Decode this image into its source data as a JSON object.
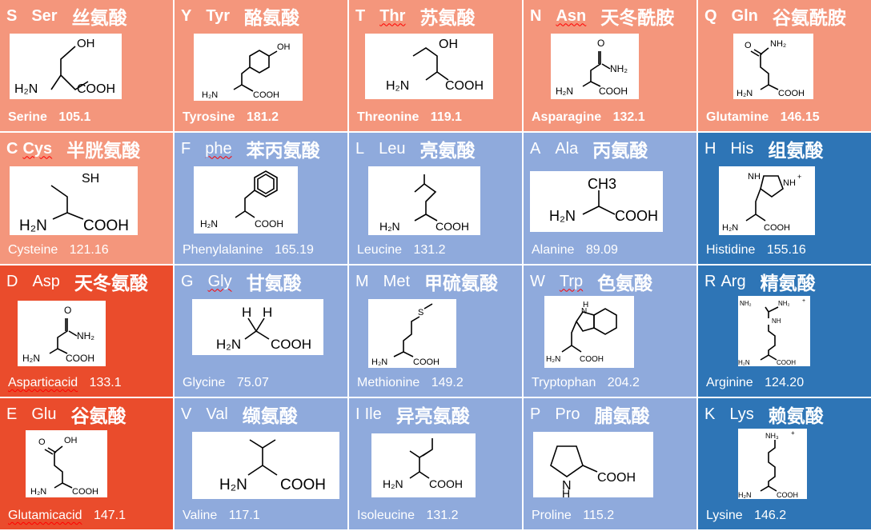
{
  "cells": [
    {
      "sym": "S",
      "abbr": "Ser",
      "cn": "丝氨酸",
      "en": "Serine",
      "mw": "105.1"
    },
    {
      "sym": "Y",
      "abbr": "Tyr",
      "cn": "酪氨酸",
      "en": "Tyrosine",
      "mw": "181.2"
    },
    {
      "sym": "T",
      "abbr": "Thr",
      "cn": "苏氨酸",
      "en": "Threonine",
      "mw": "119.1"
    },
    {
      "sym": "N",
      "abbr": "Asn",
      "cn": "天冬酰胺",
      "en": "Asparagine",
      "mw": "132.1"
    },
    {
      "sym": "Q",
      "abbr": "Gln",
      "cn": "谷氨酰胺",
      "en": "Glutamine",
      "mw": "146.15"
    },
    {
      "sym": "C",
      "abbr": "Cys",
      "cn": "半胱氨酸",
      "en": "Cysteine",
      "mw": "121.16"
    },
    {
      "sym": "F",
      "abbr": "phe",
      "cn": "苯丙氨酸",
      "en": "Phenylalanine",
      "mw": "165.19"
    },
    {
      "sym": "L",
      "abbr": "Leu",
      "cn": "亮氨酸",
      "en": "Leucine",
      "mw": "131.2"
    },
    {
      "sym": "A",
      "abbr": "Ala",
      "cn": "丙氨酸",
      "en": "Alanine",
      "mw": "89.09"
    },
    {
      "sym": "H",
      "abbr": "His",
      "cn": "组氨酸",
      "en": "Histidine",
      "mw": "155.16"
    },
    {
      "sym": "D",
      "abbr": "Asp",
      "cn": "天冬氨酸",
      "en": "Asparticacid",
      "mw": "133.1"
    },
    {
      "sym": "G",
      "abbr": "Gly",
      "cn": "甘氨酸",
      "en": "Glycine",
      "mw": "75.07"
    },
    {
      "sym": "M",
      "abbr": "Met",
      "cn": "甲硫氨酸",
      "en": "Methionine",
      "mw": "149.2"
    },
    {
      "sym": "W",
      "abbr": "Trp",
      "cn": "色氨酸",
      "en": "Tryptophan",
      "mw": "204.2"
    },
    {
      "sym": "R",
      "abbr": "Arg",
      "cn": "精氨酸",
      "en": "Arginine",
      "mw": "124.20"
    },
    {
      "sym": "E",
      "abbr": "Glu",
      "cn": "谷氨酸",
      "en": "Glutamicacid",
      "mw": "147.1"
    },
    {
      "sym": "V",
      "abbr": "Val",
      "cn": "缬氨酸",
      "en": "Valine",
      "mw": "117.1"
    },
    {
      "sym": "I",
      "abbr": "Ile",
      "cn": "异亮氨酸",
      "en": "Isoleucine",
      "mw": "131.2"
    },
    {
      "sym": "P",
      "abbr": "Pro",
      "cn": "脯氨酸",
      "en": "Proline",
      "mw": "115.2"
    },
    {
      "sym": "K",
      "abbr": "Lys",
      "cn": "赖氨酸",
      "en": "Lysine",
      "mw": "146.2"
    }
  ],
  "atoms": {
    "oh": "OH",
    "h2n": "H₂N",
    "nh2": "NH₂",
    "cooh": "COOH",
    "o": "O",
    "sh": "SH",
    "s": "S",
    "nh": "NH",
    "n": "N",
    "h": "H",
    "ch3": "CH3",
    "nh3": "NH₃",
    "plus": "+"
  },
  "colors": {
    "salmon": "#f4967c",
    "red": "#ea4c2c",
    "light_blue": "#8faadc",
    "dark_blue": "#2e75b6",
    "spell_underline": "#ff0000"
  }
}
